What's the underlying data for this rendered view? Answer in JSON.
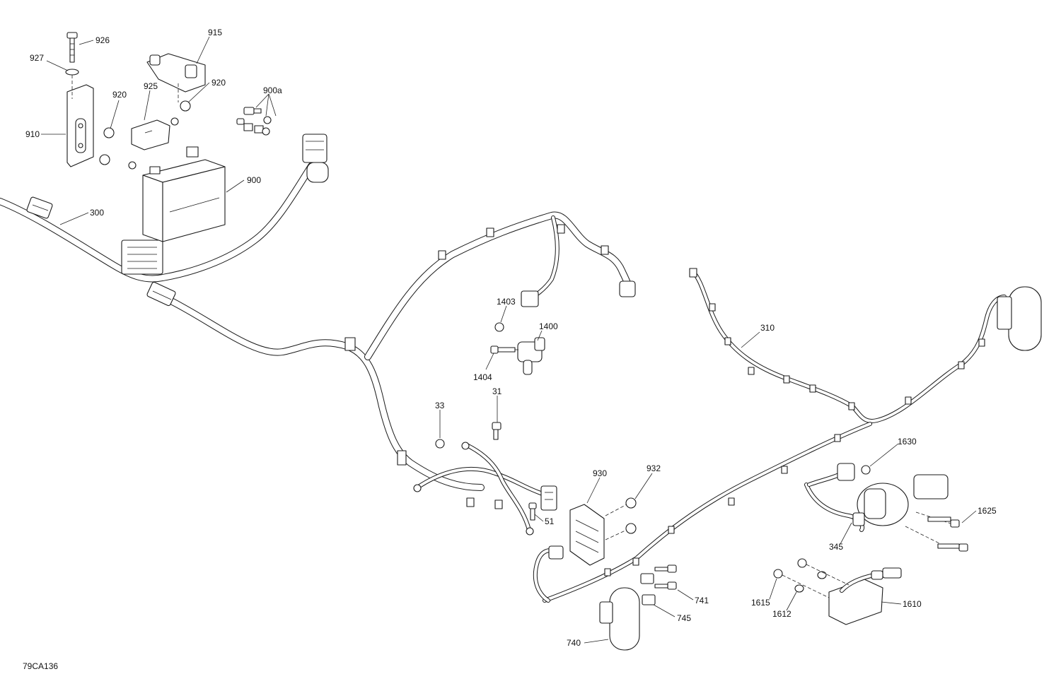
{
  "drawing_ref": "79CA136",
  "callouts": [
    {
      "id": "926",
      "label": "926"
    },
    {
      "id": "927",
      "label": "927"
    },
    {
      "id": "915",
      "label": "915"
    },
    {
      "id": "920a",
      "label": "920"
    },
    {
      "id": "920b",
      "label": "920"
    },
    {
      "id": "925",
      "label": "925"
    },
    {
      "id": "900a",
      "label": "900a"
    },
    {
      "id": "910",
      "label": "910"
    },
    {
      "id": "900",
      "label": "900"
    },
    {
      "id": "300",
      "label": "300"
    },
    {
      "id": "1403",
      "label": "1403"
    },
    {
      "id": "1400",
      "label": "1400"
    },
    {
      "id": "1404",
      "label": "1404"
    },
    {
      "id": "310",
      "label": "310"
    },
    {
      "id": "33",
      "label": "33"
    },
    {
      "id": "31",
      "label": "31"
    },
    {
      "id": "930",
      "label": "930"
    },
    {
      "id": "932",
      "label": "932"
    },
    {
      "id": "51",
      "label": "51"
    },
    {
      "id": "1630",
      "label": "1630"
    },
    {
      "id": "1625",
      "label": "1625"
    },
    {
      "id": "345",
      "label": "345"
    },
    {
      "id": "741",
      "label": "741"
    },
    {
      "id": "745",
      "label": "745"
    },
    {
      "id": "740",
      "label": "740"
    },
    {
      "id": "1615",
      "label": "1615"
    },
    {
      "id": "1612",
      "label": "1612"
    },
    {
      "id": "1610",
      "label": "1610"
    }
  ]
}
